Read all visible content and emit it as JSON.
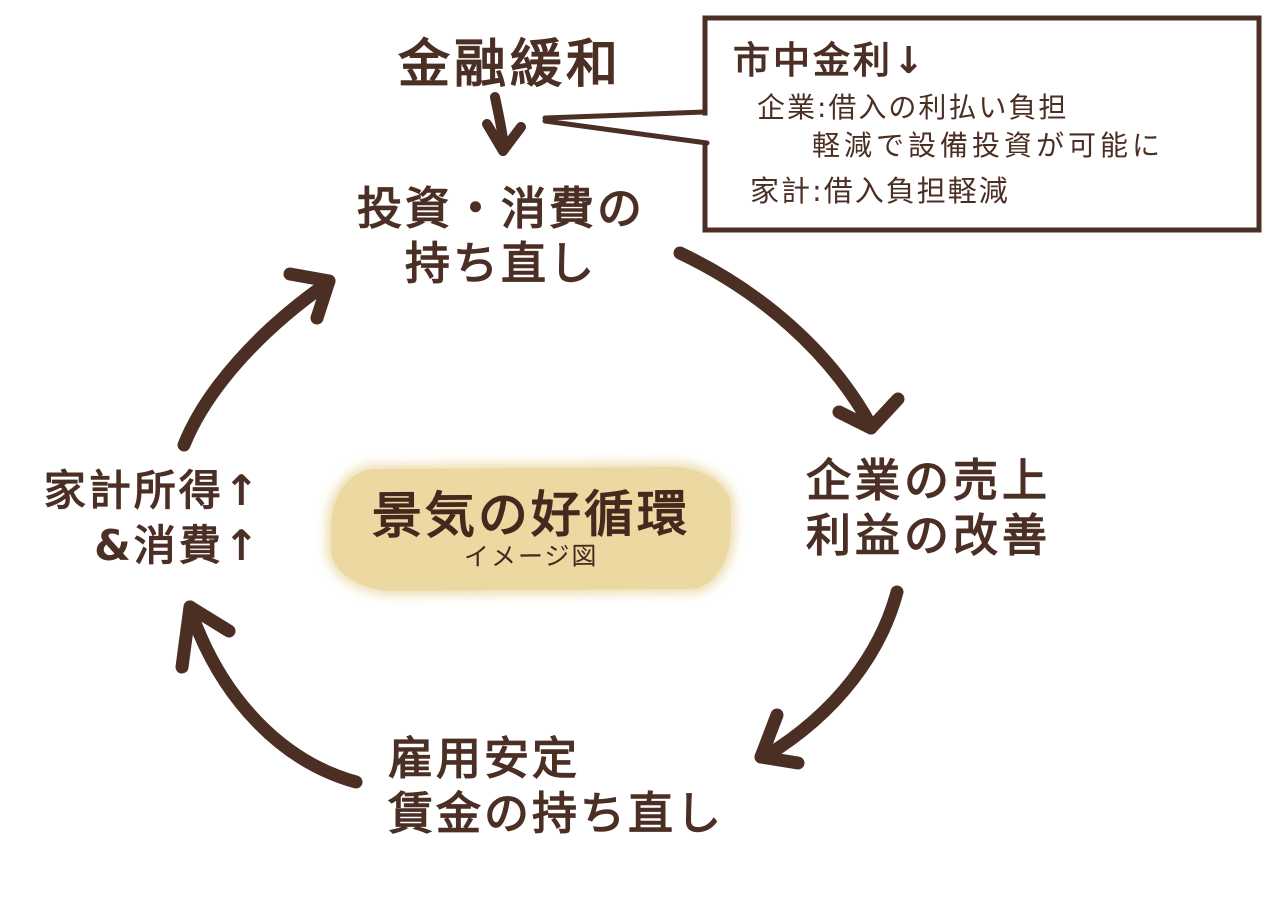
{
  "colors": {
    "ink": "#4b2e24",
    "highlight": "#ecd9a2",
    "paper": "#ffffff"
  },
  "source": {
    "label": "金融緩和"
  },
  "callout": {
    "title": "市中金利↓",
    "corporate_line1": "企業:借入の利払い負担",
    "corporate_line2": "軽減で設備投資が可能に",
    "household_line": "家計:借入負担軽減"
  },
  "center": {
    "title": "景気の好循環",
    "subtitle": "イメージ図"
  },
  "cycle": {
    "top": {
      "line1": "投資・消費の",
      "line2": "持ち直し"
    },
    "right": {
      "line1": "企業の売上",
      "line2": "利益の改善"
    },
    "bottom": {
      "line1": "雇用安定",
      "line2": "賃金の持ち直し"
    },
    "left": {
      "line1": "家計所得↑",
      "line2": "&消費↑"
    }
  }
}
